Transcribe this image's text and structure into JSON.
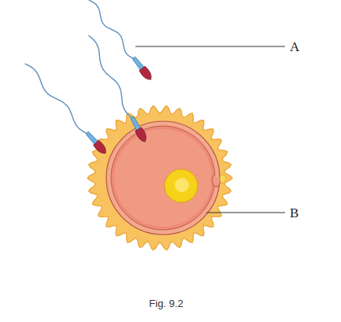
{
  "diagram": {
    "caption": "Fig. 9.2",
    "labels": [
      "A",
      "B"
    ]
  }
}
